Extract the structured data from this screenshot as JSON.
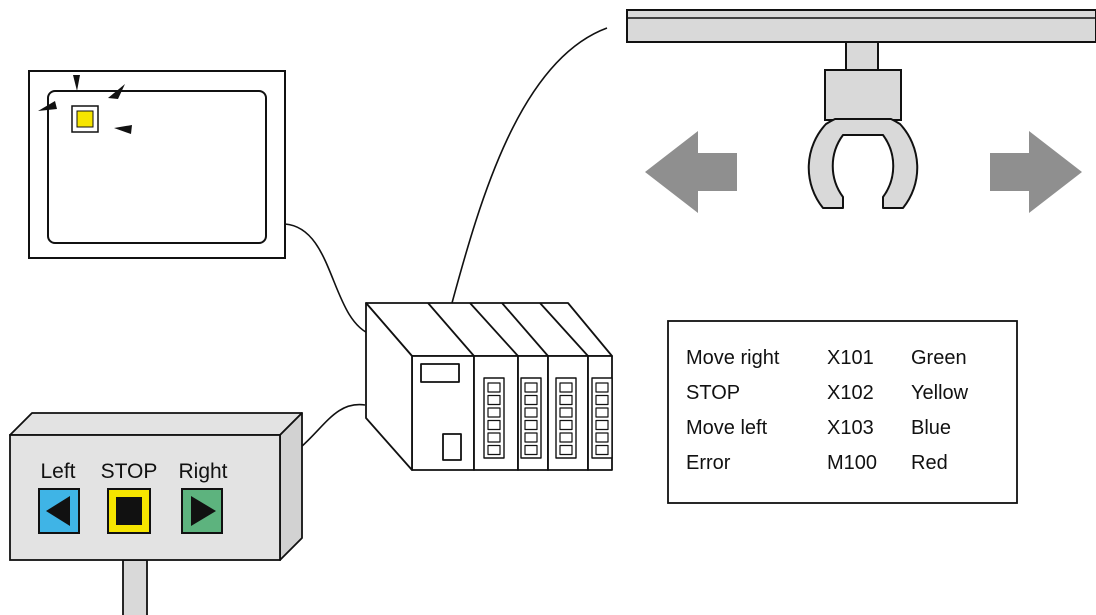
{
  "colors": {
    "indicator": "#f6e500",
    "button_left": "#3fb4e6",
    "button_stop": "#f6e500",
    "button_right": "#5db37e",
    "arrow": "#8f8f8f",
    "rail": "#d9d9d9"
  },
  "control_panel": {
    "buttons": [
      {
        "label": "Left",
        "icon": "left-triangle-icon"
      },
      {
        "label": "STOP",
        "icon": "stop-square-icon"
      },
      {
        "label": "Right",
        "icon": "right-triangle-icon"
      }
    ]
  },
  "io_table": {
    "rows": [
      {
        "signal": "Move right",
        "address": "X101",
        "color": "Green"
      },
      {
        "signal": "STOP",
        "address": "X102",
        "color": "Yellow"
      },
      {
        "signal": "Move left",
        "address": "X103",
        "color": "Blue"
      },
      {
        "signal": "Error",
        "address": "M100",
        "color": "Red"
      }
    ]
  }
}
